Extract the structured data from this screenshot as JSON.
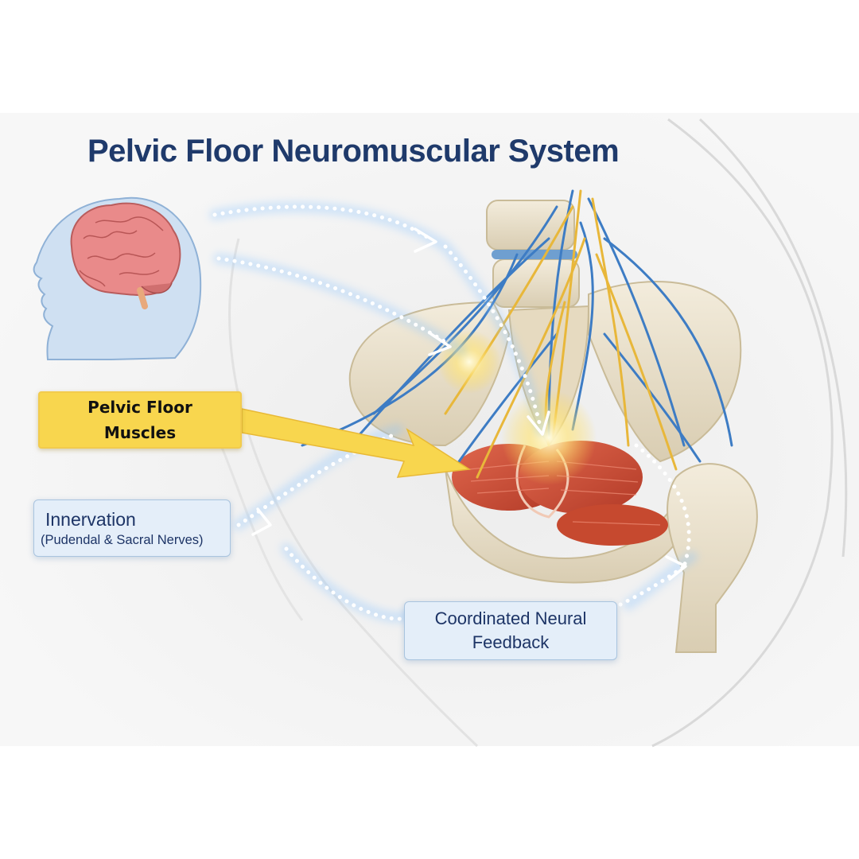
{
  "title": "Pelvic Floor Neuromuscular System",
  "labels": {
    "muscles_line1": "Pelvic Floor",
    "muscles_line2": "Muscles",
    "innervation_main": "Innervation",
    "innervation_sub": "(Pudendal & Sacral Nerves)",
    "feedback_line1": "Coordinated Neural",
    "feedback_line2": "Feedback"
  },
  "colors": {
    "title": "#1f3a6b",
    "label_text": "#1d3466",
    "callout_yellow": "#f8d64e",
    "callout_blue": "#e4eef9",
    "nerve_blue": "#3d7cc4",
    "nerve_yellow": "#e8b73a",
    "muscle_red": "#c8452f",
    "bone": "#e9dfc9",
    "brain_pink": "#e98a8a",
    "head_blue": "#cfe0f2"
  },
  "icons": [
    "brain-icon",
    "head-silhouette-icon",
    "pointer-arrow-icon",
    "dotted-flow-arrow-icon"
  ]
}
